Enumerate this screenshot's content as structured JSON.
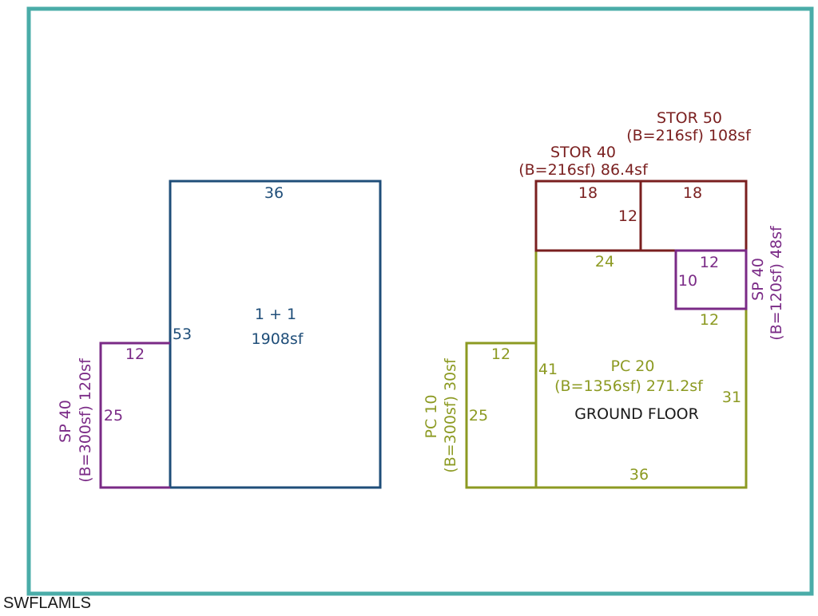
{
  "colors": {
    "frame": "#4aaca8",
    "main_house": "#1f4e79",
    "sp": "#7a2a86",
    "stor": "#7a1f1f",
    "pc": "#8c9a22",
    "black": "#1a1a1a"
  },
  "left_building": {
    "main": {
      "width_label": "36",
      "height_label": "53",
      "name": "1 + 1",
      "area": "1908sf"
    },
    "sp": {
      "width_label": "12",
      "height_label": "25",
      "name": "SP 40",
      "area": "(B=300sf) 120sf"
    }
  },
  "right_building": {
    "stor40": {
      "name": "STOR 40",
      "area": "(B=216sf) 86.4sf",
      "width_label": "18",
      "height_label": "12"
    },
    "stor50": {
      "name": "STOR 50",
      "area": "(B=216sf) 108sf",
      "width_label": "18"
    },
    "pc20": {
      "top_label": "24",
      "left_label": "41",
      "right_label": "31",
      "bottom_label": "36",
      "notch_label": "12",
      "name": "PC 20",
      "area": "(B=1356sf) 271.2sf",
      "floor": "GROUND FLOOR"
    },
    "sp_small": {
      "width_label": "12",
      "height_label": "10",
      "name": "SP 40",
      "area": "(B=120sf) 48sf"
    },
    "pc10": {
      "width_label": "12",
      "height_label": "25",
      "name": "PC 10",
      "area": "(B=300sf) 30sf"
    }
  },
  "watermark": "SWFLAMLS"
}
